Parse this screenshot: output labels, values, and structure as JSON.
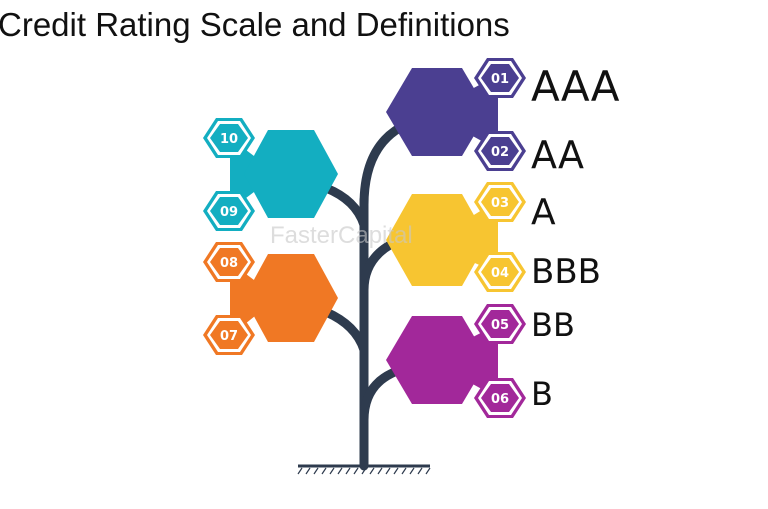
{
  "title": "Credit Rating Scale and Definitions",
  "watermark": "FasterCapital",
  "colors": {
    "trunk": "#2e3b4e",
    "purple": "#4b3f91",
    "yellow": "#f7c531",
    "magenta": "#a2289a",
    "teal": "#13aec1",
    "orange": "#f07824"
  },
  "badges": [
    {
      "number": "01",
      "color": "purple"
    },
    {
      "number": "02",
      "color": "purple"
    },
    {
      "number": "03",
      "color": "yellow"
    },
    {
      "number": "04",
      "color": "yellow"
    },
    {
      "number": "05",
      "color": "magenta"
    },
    {
      "number": "06",
      "color": "magenta"
    },
    {
      "number": "07",
      "color": "orange"
    },
    {
      "number": "08",
      "color": "orange"
    },
    {
      "number": "09",
      "color": "teal"
    },
    {
      "number": "10",
      "color": "teal"
    }
  ],
  "ratings": [
    "AAA",
    "AA",
    "A",
    "BBB",
    "BB",
    "B"
  ]
}
